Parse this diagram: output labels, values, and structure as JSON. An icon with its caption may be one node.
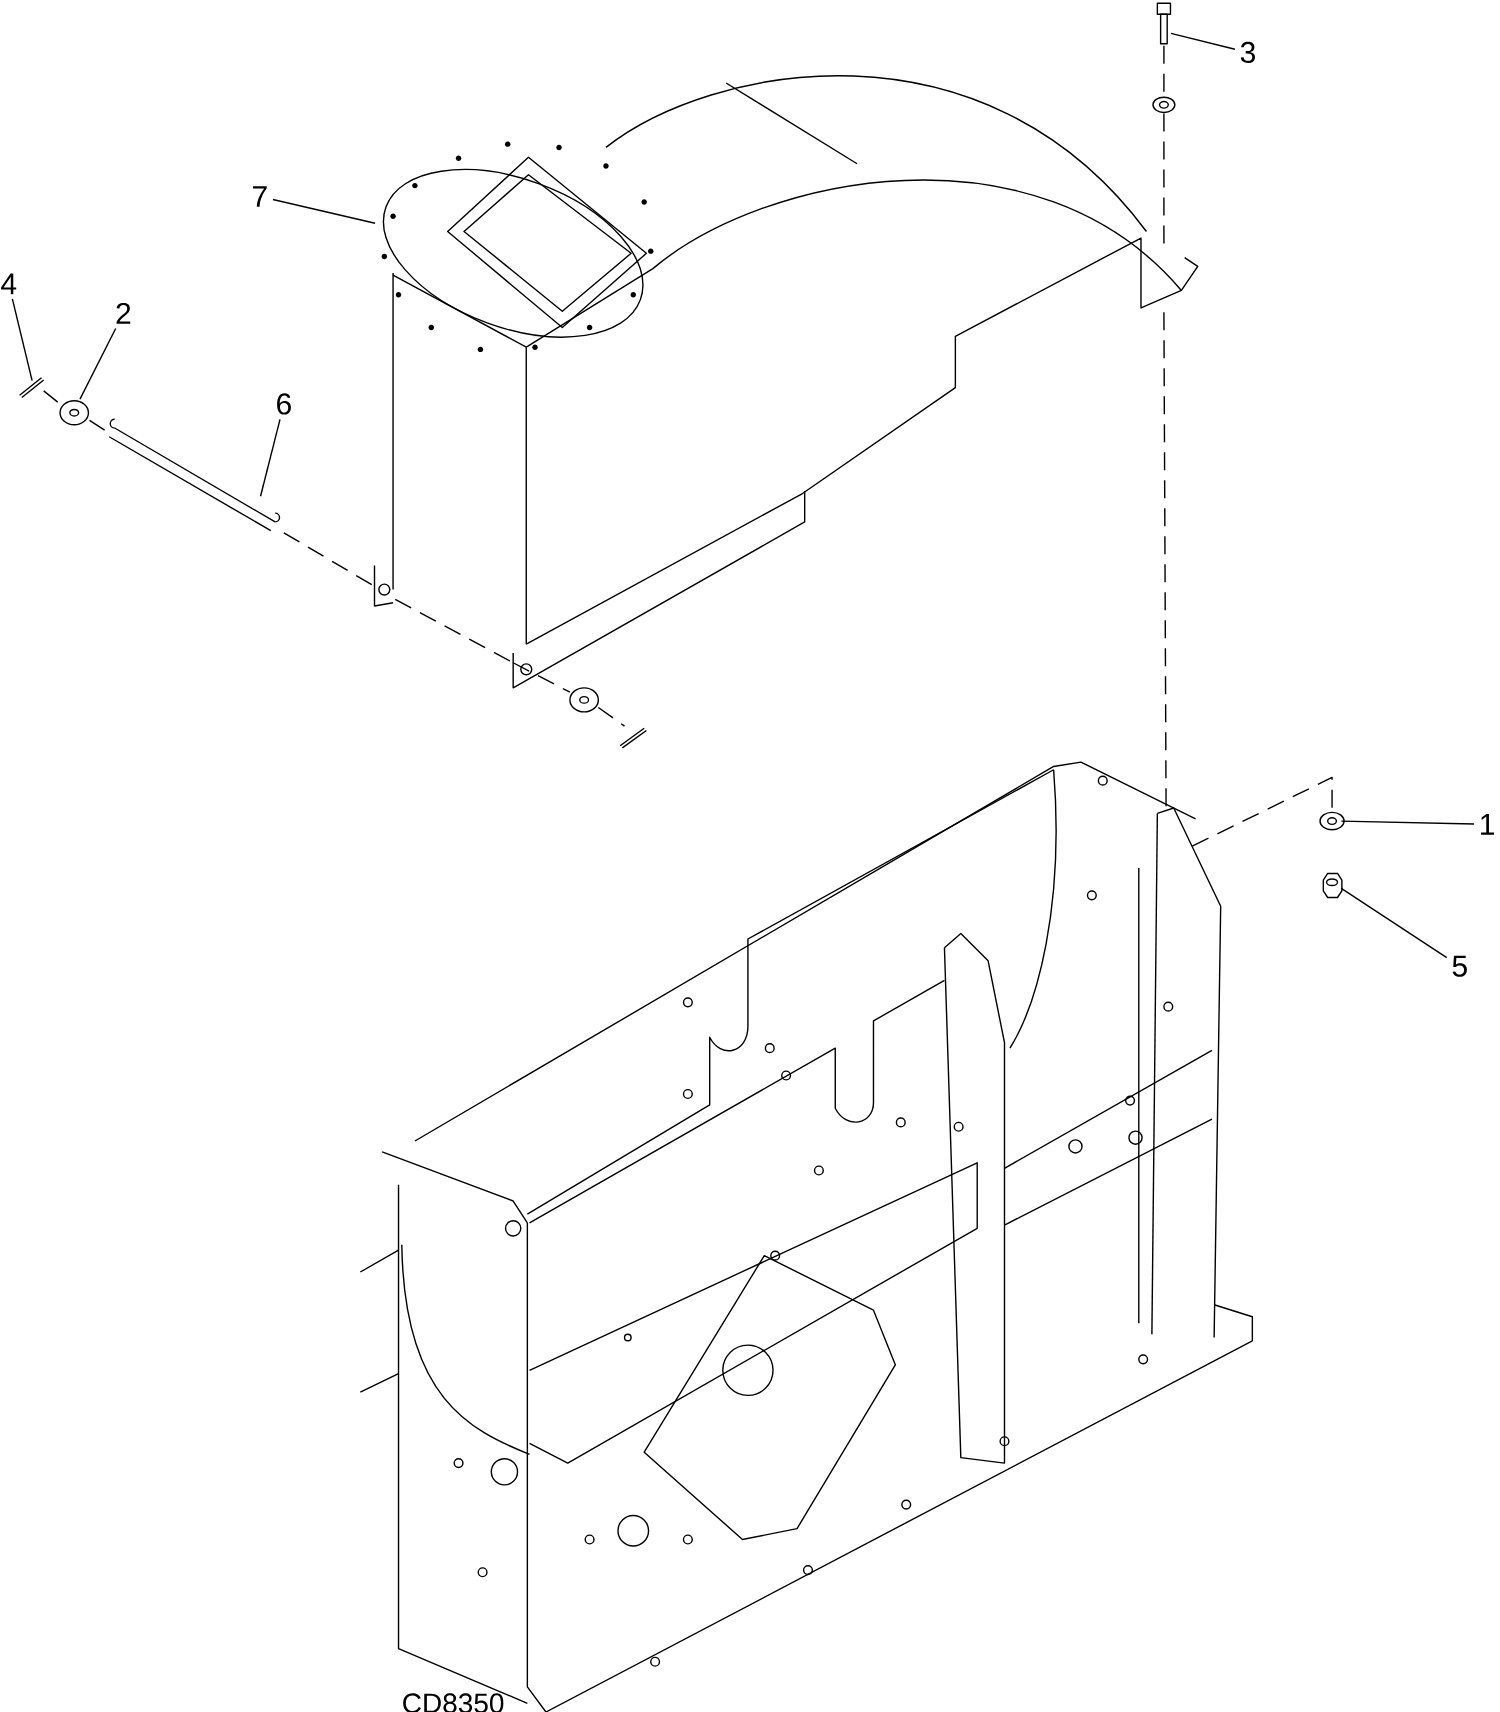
{
  "diagram": {
    "nodes": [
      {
        "text": [
          "3"
        ]
      },
      {
        "text": [
          "7"
        ]
      },
      {
        "text": [
          "4"
        ]
      },
      {
        "text": [
          "2"
        ]
      },
      {
        "text": [
          "6"
        ]
      },
      {
        "text": [
          "1"
        ]
      },
      {
        "text": [
          "5"
        ]
      },
      {
        "text": [],
        "shape": "picture"
      },
      {
        "text": [],
        "shape": "picture"
      },
      {
        "text": [],
        "shape": "picture"
      },
      {
        "text": [],
        "shape": "picture"
      },
      {
        "text": [],
        "shape": "picture"
      },
      {
        "text": [],
        "shape": "picture"
      },
      {
        "text": [],
        "shape": "picture"
      },
      {
        "text": [],
        "shape": "picture"
      },
      {
        "text": [],
        "shape": "picture"
      },
      {
        "text": [],
        "shape": "picture"
      },
      {
        "text": [],
        "shape": "picture"
      }
    ],
    "edges": [
      {
        "from": 0,
        "to": 7,
        "arrow": "none"
      },
      {
        "from": 1,
        "to": 8,
        "arrow": "none"
      },
      {
        "from": 2,
        "to": 9,
        "arrow": "none"
      },
      {
        "from": 3,
        "to": 10,
        "arrow": "none"
      },
      {
        "from": 4,
        "to": 11,
        "arrow": "none"
      },
      {
        "from": 5,
        "to": 12,
        "arrow": "none"
      },
      {
        "from": 6,
        "to": 13,
        "arrow": "none"
      },
      {
        "from": 7,
        "to": 14,
        "arrow": "none",
        "style": "dashed"
      },
      {
        "from": 14,
        "to": 8,
        "arrow": "none",
        "style": "dashed"
      },
      {
        "from": 8,
        "to": 17,
        "arrow": "none",
        "style": "dashed"
      },
      {
        "from": 17,
        "to": 12,
        "arrow": "none",
        "style": "dashed"
      },
      {
        "from": 9,
        "to": 10,
        "arrow": "none",
        "style": "dashed"
      },
      {
        "from": 10,
        "to": 11,
        "arrow": "none",
        "style": "dashed"
      },
      {
        "from": 11,
        "to": 8,
        "arrow": "none",
        "style": "dashed"
      },
      {
        "from": 8,
        "to": 15,
        "arrow": "none",
        "style": "dashed"
      },
      {
        "from": 15,
        "to": 16,
        "arrow": "none",
        "style": "dashed"
      }
    ],
    "labels": [
      "CD8350"
    ]
  }
}
